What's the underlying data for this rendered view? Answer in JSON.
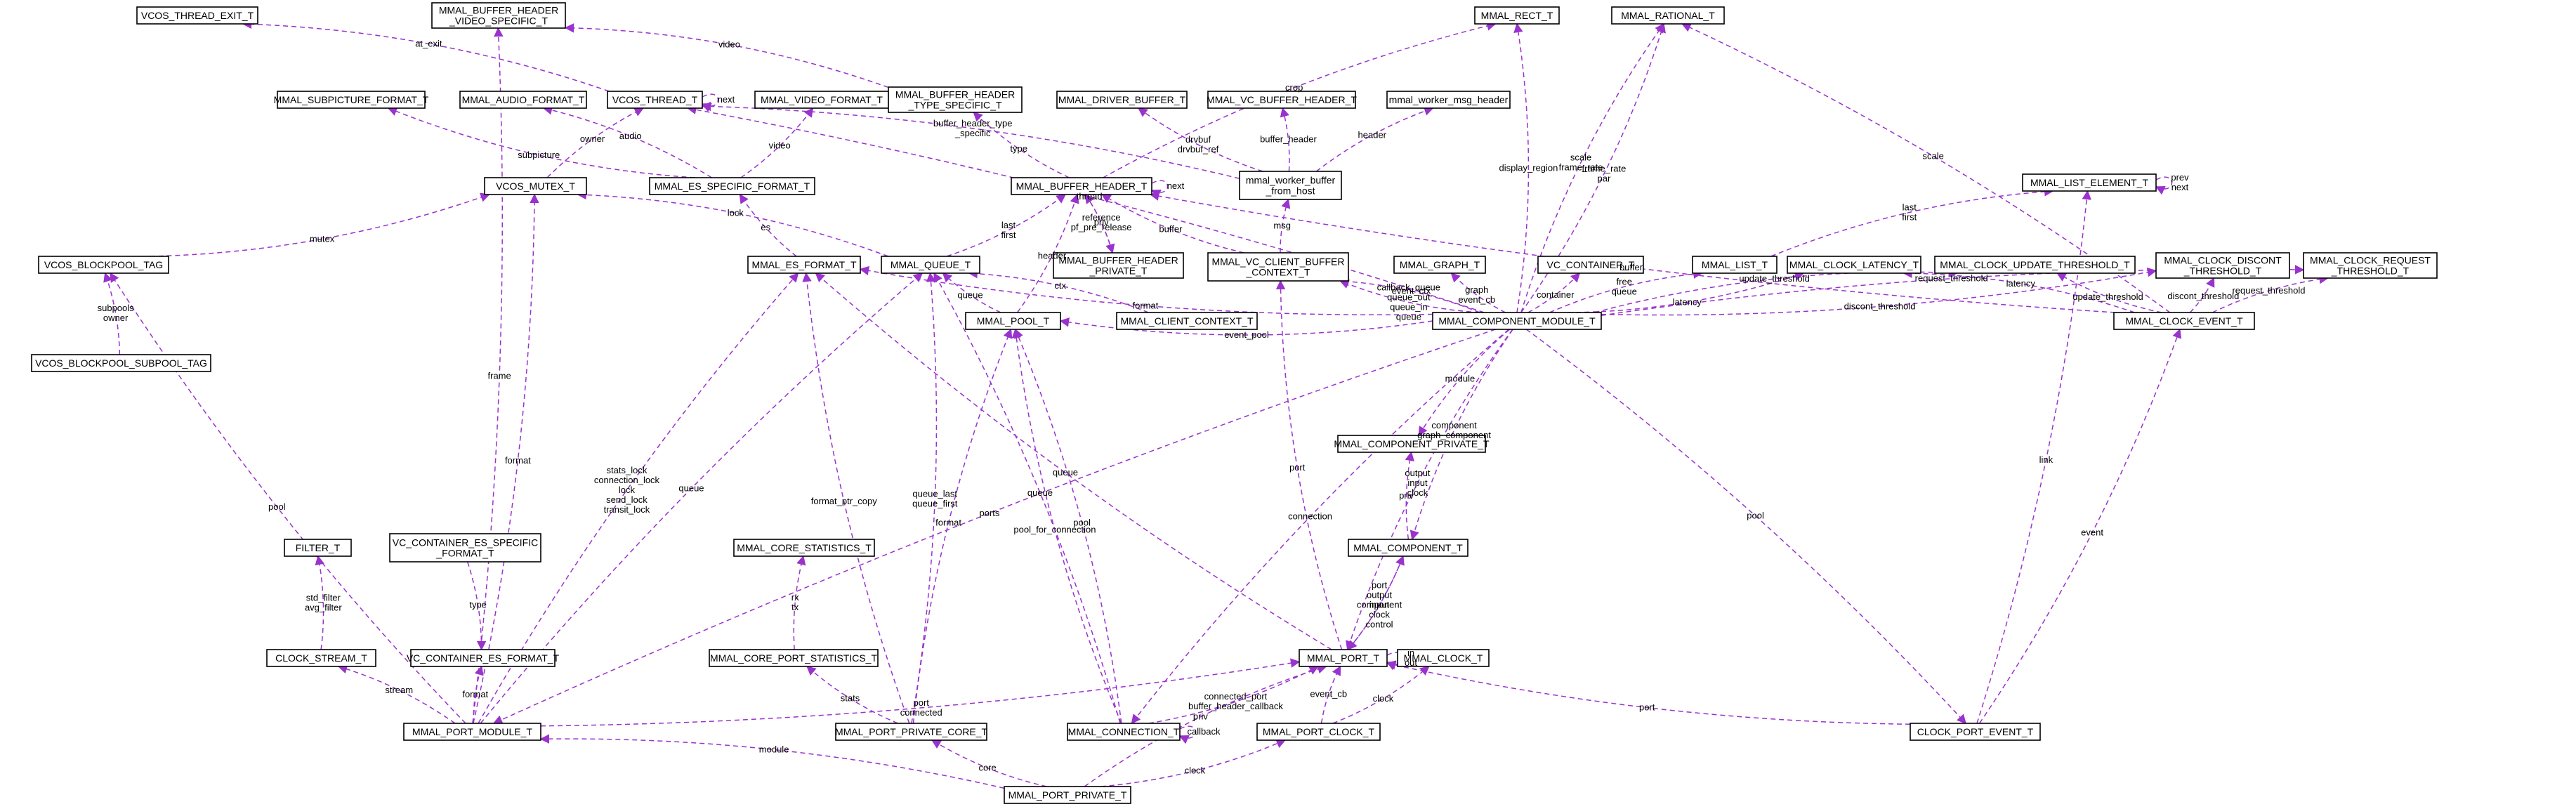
{
  "diagram": {
    "nodes": [
      {
        "id": "vcos_thread_exit",
        "label": [
          "VCOS_THREAD_EXIT_T"
        ]
      },
      {
        "id": "hdr_video_specific",
        "label": [
          "MMAL_BUFFER_HEADER",
          "_VIDEO_SPECIFIC_T"
        ]
      },
      {
        "id": "mmal_rect",
        "label": [
          "MMAL_RECT_T"
        ]
      },
      {
        "id": "mmal_rational",
        "label": [
          "MMAL_RATIONAL_T"
        ]
      },
      {
        "id": "subpicture_format",
        "label": [
          "MMAL_SUBPICTURE_FORMAT_T"
        ]
      },
      {
        "id": "audio_format",
        "label": [
          "MMAL_AUDIO_FORMAT_T"
        ]
      },
      {
        "id": "vcos_thread",
        "label": [
          "VCOS_THREAD_T"
        ],
        "color": "#ff0000"
      },
      {
        "id": "video_format",
        "label": [
          "MMAL_VIDEO_FORMAT_T"
        ]
      },
      {
        "id": "hdr_type_specific",
        "label": [
          "MMAL_BUFFER_HEADER",
          "_TYPE_SPECIFIC_T"
        ]
      },
      {
        "id": "driver_buffer",
        "label": [
          "MMAL_DRIVER_BUFFER_T"
        ]
      },
      {
        "id": "vc_buffer_header",
        "label": [
          "MMAL_VC_BUFFER_HEADER_T"
        ]
      },
      {
        "id": "worker_msg_header",
        "label": [
          "mmal_worker_msg_header"
        ]
      },
      {
        "id": "vcos_mutex",
        "label": [
          "VCOS_MUTEX_T"
        ]
      },
      {
        "id": "es_specific_format",
        "label": [
          "MMAL_ES_SPECIFIC_FORMAT_T"
        ]
      },
      {
        "id": "buffer_header",
        "label": [
          "MMAL_BUFFER_HEADER_T"
        ]
      },
      {
        "id": "worker_buffer_from_host",
        "label": [
          "mmal_worker_buffer",
          "_from_host"
        ]
      },
      {
        "id": "list_element",
        "label": [
          "MMAL_LIST_ELEMENT_T"
        ]
      },
      {
        "id": "vcos_blockpool_tag",
        "label": [
          "VCOS_BLOCKPOOL_TAG"
        ]
      },
      {
        "id": "es_format",
        "label": [
          "MMAL_ES_FORMAT_T"
        ]
      },
      {
        "id": "mmal_queue",
        "label": [
          "MMAL_QUEUE_T"
        ]
      },
      {
        "id": "hdr_private",
        "label": [
          "MMAL_BUFFER_HEADER",
          "_PRIVATE_T"
        ]
      },
      {
        "id": "vc_client_buffer_context",
        "label": [
          "MMAL_VC_CLIENT_BUFFER",
          "_CONTEXT_T"
        ]
      },
      {
        "id": "mmal_graph",
        "label": [
          "MMAL_GRAPH_T"
        ],
        "color": "#ff0000"
      },
      {
        "id": "vc_container",
        "label": [
          "VC_CONTAINER_T"
        ],
        "color": "#ff0000"
      },
      {
        "id": "mmal_list",
        "label": [
          "MMAL_LIST_T"
        ]
      },
      {
        "id": "clock_latency",
        "label": [
          "MMAL_CLOCK_LATENCY_T"
        ]
      },
      {
        "id": "clock_update_threshold",
        "label": [
          "MMAL_CLOCK_UPDATE_THRESHOLD_T"
        ]
      },
      {
        "id": "clock_discont_threshold",
        "label": [
          "MMAL_CLOCK_DISCONT",
          "_THRESHOLD_T"
        ]
      },
      {
        "id": "clock_request_threshold",
        "label": [
          "MMAL_CLOCK_REQUEST",
          "_THRESHOLD_T"
        ]
      },
      {
        "id": "blockpool_subpool_tag",
        "label": [
          "VCOS_BLOCKPOOL_SUBPOOL_TAG"
        ],
        "color": "#ff0000"
      },
      {
        "id": "mmal_pool",
        "label": [
          "MMAL_POOL_T"
        ]
      },
      {
        "id": "client_context",
        "label": [
          "MMAL_CLIENT_CONTEXT_T"
        ],
        "fill": "#bfbfbf"
      },
      {
        "id": "component_module",
        "label": [
          "MMAL_COMPONENT_MODULE_T"
        ]
      },
      {
        "id": "clock_event",
        "label": [
          "MMAL_CLOCK_EVENT_T"
        ],
        "color": "#ff0000"
      },
      {
        "id": "component_private",
        "label": [
          "MMAL_COMPONENT_PRIVATE_T"
        ]
      },
      {
        "id": "filter",
        "label": [
          "FILTER_T"
        ]
      },
      {
        "id": "vc_container_es_specific",
        "label": [
          "VC_CONTAINER_ES_SPECIFIC",
          "_FORMAT_T"
        ],
        "color": "#ff0000"
      },
      {
        "id": "core_statistics",
        "label": [
          "MMAL_CORE_STATISTICS_T"
        ]
      },
      {
        "id": "mmal_component",
        "label": [
          "MMAL_COMPONENT_T"
        ]
      },
      {
        "id": "clock_stream",
        "label": [
          "CLOCK_STREAM_T"
        ]
      },
      {
        "id": "vc_container_es_format",
        "label": [
          "VC_CONTAINER_ES_FORMAT_T"
        ]
      },
      {
        "id": "core_port_statistics",
        "label": [
          "MMAL_CORE_PORT_STATISTICS_T"
        ]
      },
      {
        "id": "mmal_port",
        "label": [
          "MMAL_PORT_T"
        ]
      },
      {
        "id": "mmal_clock",
        "label": [
          "MMAL_CLOCK_T"
        ]
      },
      {
        "id": "port_module",
        "label": [
          "MMAL_PORT_MODULE_T"
        ]
      },
      {
        "id": "port_private_core",
        "label": [
          "MMAL_PORT_PRIVATE_CORE_T"
        ]
      },
      {
        "id": "mmal_connection",
        "label": [
          "MMAL_CONNECTION_T"
        ]
      },
      {
        "id": "port_clock",
        "label": [
          "MMAL_PORT_CLOCK_T"
        ]
      },
      {
        "id": "clock_port_event",
        "label": [
          "CLOCK_PORT_EVENT_T"
        ]
      },
      {
        "id": "port_private",
        "label": [
          "MMAL_PORT_PRIVATE_T"
        ]
      }
    ],
    "edges": [
      {
        "from": "vcos_thread",
        "to": "vcos_thread_exit",
        "label": [
          "at_exit"
        ]
      },
      {
        "from": "vcos_thread",
        "to": "vcos_thread",
        "label": [
          "next"
        ]
      },
      {
        "from": "hdr_type_specific",
        "to": "hdr_video_specific",
        "label": [
          "video"
        ]
      },
      {
        "from": "buffer_header",
        "to": "mmal_rect",
        "label": [
          "crop"
        ]
      },
      {
        "from": "component_module",
        "to": "mmal_rational",
        "label": [
          "frame_rate",
          "par"
        ]
      },
      {
        "from": "es_specific_format",
        "to": "subpicture_format",
        "label": [
          "subpicture"
        ]
      },
      {
        "from": "es_specific_format",
        "to": "audio_format",
        "label": [
          "audio"
        ]
      },
      {
        "from": "vcos_mutex",
        "to": "vcos_thread",
        "label": [
          "owner"
        ]
      },
      {
        "from": "es_specific_format",
        "to": "video_format",
        "label": [
          "video"
        ]
      },
      {
        "from": "buffer_header",
        "to": "hdr_type_specific",
        "label": [
          "type"
        ]
      },
      {
        "from": "worker_buffer_from_host",
        "to": "vcos_thread",
        "label": [
          "buffer_header_type",
          "_specific"
        ]
      },
      {
        "from": "worker_buffer_from_host",
        "to": "driver_buffer",
        "label": [
          "drvbuf",
          "drvbuf_ref"
        ]
      },
      {
        "from": "worker_buffer_from_host",
        "to": "vc_buffer_header",
        "label": [
          "buffer_header"
        ]
      },
      {
        "from": "worker_buffer_from_host",
        "to": "worker_msg_header",
        "label": [
          "header"
        ]
      },
      {
        "from": "vcos_blockpool_tag",
        "to": "vcos_mutex",
        "label": [
          "mutex"
        ]
      },
      {
        "from": "es_format",
        "to": "es_specific_format",
        "label": [
          "es"
        ]
      },
      {
        "from": "mmal_queue",
        "to": "vcos_mutex",
        "label": [
          "lock"
        ]
      },
      {
        "from": "buffer_header",
        "to": "buffer_header",
        "label": [
          "next"
        ]
      },
      {
        "from": "mmal_queue",
        "to": "buffer_header",
        "label": [
          "last",
          "first"
        ]
      },
      {
        "from": "buffer_header",
        "to": "hdr_private",
        "label": [
          "priv"
        ]
      },
      {
        "from": "hdr_private",
        "to": "buffer_header",
        "label": [
          "reference",
          "pf_pre_release"
        ]
      },
      {
        "from": "vc_client_buffer_context",
        "to": "buffer_header",
        "label": [
          "buffer"
        ]
      },
      {
        "from": "component_module",
        "to": "vcos_thread",
        "label": [
          "thread"
        ]
      },
      {
        "from": "vc_client_buffer_context",
        "to": "worker_buffer_from_host",
        "label": [
          "msg"
        ]
      },
      {
        "from": "component_module",
        "to": "mmal_rect",
        "label": [
          "display_region"
        ]
      },
      {
        "from": "component_module",
        "to": "mmal_rational",
        "label": [
          "scale",
          "frame_rate"
        ]
      },
      {
        "from": "list_element",
        "to": "list_element",
        "label": [
          "prev",
          "next"
        ]
      },
      {
        "from": "mmal_list",
        "to": "list_element",
        "label": [
          "last",
          "first"
        ]
      },
      {
        "from": "clock_event",
        "to": "mmal_rational",
        "label": [
          "scale"
        ]
      },
      {
        "from": "clock_event",
        "to": "buffer_header",
        "label": [
          "buffer"
        ]
      },
      {
        "from": "blockpool_subpool_tag",
        "to": "vcos_blockpool_tag",
        "label": [
          "subpools",
          "owner"
        ]
      },
      {
        "from": "mmal_pool",
        "to": "mmal_queue",
        "label": [
          "queue"
        ]
      },
      {
        "from": "mmal_pool",
        "to": "buffer_header",
        "label": [
          "header"
        ]
      },
      {
        "from": "component_module",
        "to": "es_format",
        "label": [
          "format"
        ]
      },
      {
        "from": "client_context",
        "to": "mmal_queue",
        "label": [
          "ctx"
        ]
      },
      {
        "from": "component_module",
        "to": "vc_client_buffer_context",
        "label": [
          "callback_queue",
          "queue_out",
          "queue_in",
          "queue"
        ]
      },
      {
        "from": "component_module",
        "to": "vc_client_buffer_context",
        "label": [
          "event_ctx"
        ]
      },
      {
        "from": "component_module",
        "to": "mmal_graph",
        "label": [
          "graph",
          "event_cb"
        ]
      },
      {
        "from": "component_module",
        "to": "vc_container",
        "label": [
          "container"
        ]
      },
      {
        "from": "component_module",
        "to": "mmal_list",
        "label": [
          "free",
          "queue"
        ]
      },
      {
        "from": "component_module",
        "to": "clock_latency",
        "label": [
          "latency"
        ]
      },
      {
        "from": "component_module",
        "to": "clock_update_threshold",
        "label": [
          "update_threshold"
        ]
      },
      {
        "from": "component_module",
        "to": "clock_discont_threshold",
        "label": [
          "discont_threshold"
        ]
      },
      {
        "from": "component_module",
        "to": "clock_request_threshold",
        "label": [
          "request_threshold"
        ]
      },
      {
        "from": "clock_event",
        "to": "clock_latency",
        "label": [
          "latency"
        ]
      },
      {
        "from": "clock_event",
        "to": "clock_update_threshold",
        "label": [
          "update_threshold"
        ]
      },
      {
        "from": "clock_event",
        "to": "clock_discont_threshold",
        "label": [
          "discont_threshold"
        ]
      },
      {
        "from": "clock_event",
        "to": "clock_request_threshold",
        "label": [
          "request_threshold"
        ]
      },
      {
        "from": "clock_port_event",
        "to": "list_element",
        "label": [
          "link"
        ]
      },
      {
        "from": "component_module",
        "to": "mmal_pool",
        "label": [
          "event_pool"
        ]
      },
      {
        "from": "component_module",
        "to": "component_private",
        "label": [
          "module"
        ]
      },
      {
        "from": "port_module",
        "to": "vcos_blockpool_tag",
        "label": [
          "pool"
        ]
      },
      {
        "from": "port_module",
        "to": "hdr_video_specific",
        "label": [
          "frame"
        ]
      },
      {
        "from": "port_module",
        "to": "es_format",
        "label": [
          "stats_lock",
          "connection_lock",
          "lock",
          "send_lock",
          "transit_lock"
        ]
      },
      {
        "from": "port_module",
        "to": "vcos_mutex",
        "label": [
          "format"
        ]
      },
      {
        "from": "port_private_core",
        "to": "es_format",
        "label": [
          "format_ptr_copy"
        ]
      },
      {
        "from": "port_private_core",
        "to": "mmal_queue",
        "label": [
          "queue_last",
          "queue_first"
        ]
      },
      {
        "from": "port_module",
        "to": "mmal_queue",
        "label": [
          "queue"
        ]
      },
      {
        "from": "component_module",
        "to": "port_module",
        "label": [
          "ports"
        ]
      },
      {
        "from": "port_private_core",
        "to": "mmal_pool",
        "label": [
          "format"
        ]
      },
      {
        "from": "mmal_connection",
        "to": "mmal_queue",
        "label": [
          "queue"
        ]
      },
      {
        "from": "mmal_connection",
        "to": "mmal_pool",
        "label": [
          "pool_for_connection"
        ]
      },
      {
        "from": "mmal_connection",
        "to": "mmal_pool",
        "label": [
          "pool"
        ]
      },
      {
        "from": "mmal_port",
        "to": "es_format",
        "label": [
          "queue"
        ]
      },
      {
        "from": "component_module",
        "to": "mmal_connection",
        "label": [
          "connection"
        ]
      },
      {
        "from": "mmal_port",
        "to": "vc_client_buffer_context",
        "label": [
          "port"
        ]
      },
      {
        "from": "component_module",
        "to": "mmal_component",
        "label": [
          "component",
          "graph_component"
        ]
      },
      {
        "from": "mmal_component",
        "to": "component_private",
        "label": [
          "priv"
        ]
      },
      {
        "from": "component_module",
        "to": "mmal_port",
        "label": [
          "output",
          "input",
          "clock"
        ]
      },
      {
        "from": "component_module",
        "to": "clock_port_event",
        "label": [
          "pool"
        ]
      },
      {
        "from": "clock_port_event",
        "to": "clock_event",
        "label": [
          "event"
        ]
      },
      {
        "from": "vc_container_es_specific",
        "to": "vc_container_es_format",
        "label": [
          "type"
        ]
      },
      {
        "from": "clock_stream",
        "to": "filter",
        "label": [
          "std_filter",
          "avg_filter"
        ]
      },
      {
        "from": "core_port_statistics",
        "to": "core_statistics",
        "label": [
          "rx",
          "tx"
        ]
      },
      {
        "from": "mmal_port",
        "to": "mmal_component",
        "label": [
          "component"
        ]
      },
      {
        "from": "mmal_component",
        "to": "mmal_port",
        "label": [
          "port",
          "output",
          "input",
          "clock",
          "control"
        ]
      },
      {
        "from": "port_module",
        "to": "clock_stream",
        "label": [
          "stream"
        ]
      },
      {
        "from": "port_module",
        "to": "vc_container_es_format",
        "label": [
          "format"
        ]
      },
      {
        "from": "port_module",
        "to": "mmal_port",
        "label": [
          "port",
          "connected"
        ]
      },
      {
        "from": "port_private_core",
        "to": "core_port_statistics",
        "label": [
          "stats"
        ]
      },
      {
        "from": "mmal_connection",
        "to": "mmal_port",
        "label": [
          "connected_port",
          "buffer_header_callback"
        ]
      },
      {
        "from": "mmal_connection",
        "to": "mmal_connection",
        "label": [
          "callback"
        ]
      },
      {
        "from": "mmal_port",
        "to": "mmal_port",
        "label": [
          "in",
          "out"
        ]
      },
      {
        "from": "port_clock",
        "to": "mmal_port",
        "label": [
          "event_cb"
        ]
      },
      {
        "from": "port_clock",
        "to": "mmal_clock",
        "label": [
          "clock"
        ]
      },
      {
        "from": "clock_port_event",
        "to": "mmal_port",
        "label": [
          "port"
        ]
      },
      {
        "from": "port_private",
        "to": "port_module",
        "label": [
          "module"
        ]
      },
      {
        "from": "port_private",
        "to": "port_private_core",
        "label": [
          "core"
        ]
      },
      {
        "from": "port_private",
        "to": "port_clock",
        "label": [
          "clock"
        ]
      },
      {
        "from": "port_private",
        "to": "mmal_port",
        "label": [
          "priv"
        ]
      }
    ]
  }
}
